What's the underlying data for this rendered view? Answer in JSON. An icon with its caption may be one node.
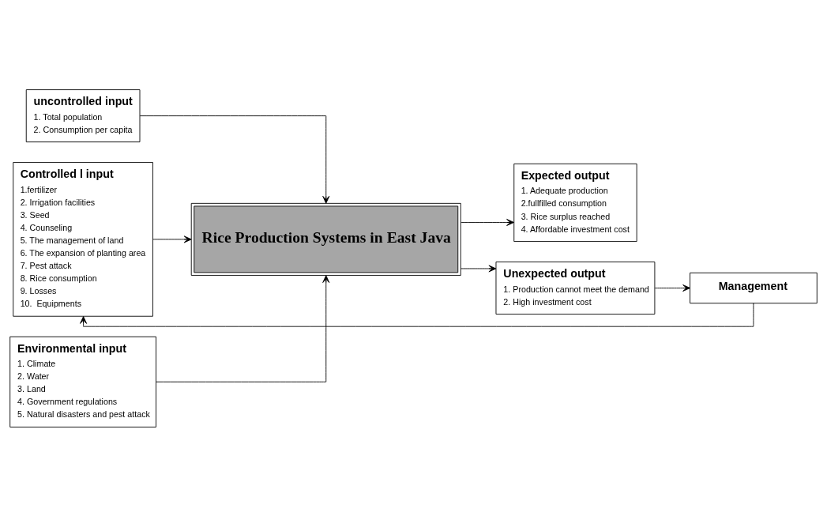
{
  "diagram": {
    "nodes": [
      {
        "text": [
          "uncontrolled input",
          "1. Total population",
          "2. Consumption per capita"
        ]
      },
      {
        "text": [
          "Environmental input",
          "1. Climate",
          "2. Water",
          "3. Land",
          "4. Government regulations",
          "5. Natural disasters and pest attack"
        ]
      },
      {
        "text": [
          "Expected output",
          "1. Adequate production",
          "2.fullfilled consumption",
          "3. Rice surplus reached",
          "4. Affordable investment cost"
        ]
      },
      {
        "text": [
          "Rice Production Systems in East Java"
        ]
      },
      {
        "text": [
          "Controlled l input",
          "1.fertilizer",
          "2. Irrigation facilities",
          "3. Seed",
          "4. Counseling",
          "5. The management of land",
          "6. The expansion of planting area",
          "7. Pest attack",
          "8. Rice consumption",
          "9. Losses",
          "10.  Equipments"
        ]
      },
      {
        "text": [
          "Unexpected output",
          "1. Production cannot meet the demand",
          "2. High investment cost"
        ]
      },
      {
        "text": [
          "Management"
        ]
      }
    ],
    "edges": [
      {
        "from": 0,
        "to": 3,
        "arrow": "to"
      },
      {
        "from": 4,
        "to": 3,
        "arrow": "to"
      },
      {
        "from": 1,
        "to": 3,
        "arrow": "to"
      },
      {
        "from": 3,
        "to": 2,
        "arrow": "to"
      },
      {
        "from": 3,
        "to": 5,
        "arrow": "to"
      },
      {
        "from": 5,
        "to": 6,
        "arrow": "to"
      },
      {
        "from": 6,
        "to": 4,
        "arrow": "to"
      }
    ]
  }
}
